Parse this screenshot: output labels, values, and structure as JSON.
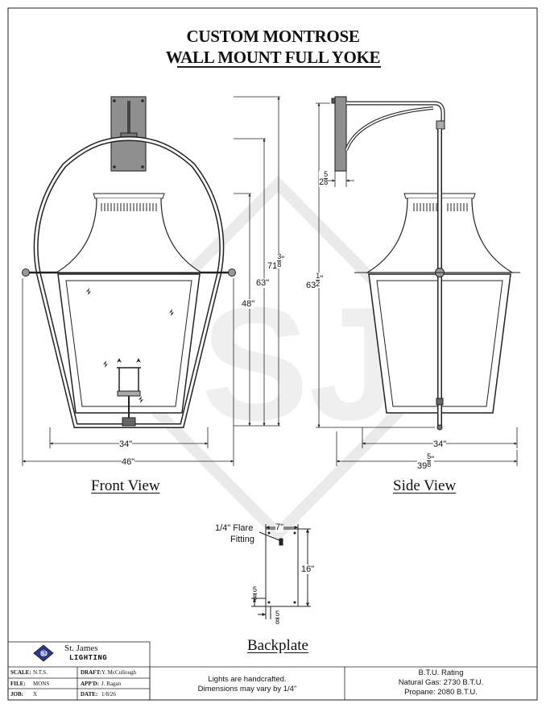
{
  "title": {
    "line1": "CUSTOM MONTROSE",
    "line2": "WALL MOUNT FULL YOKE"
  },
  "views": {
    "front": "Front View",
    "side": "Side View",
    "backplate": "Backplate"
  },
  "dimensions": {
    "front_width_inner": "34\"",
    "front_width_outer": "46\"",
    "height_48": "48\"",
    "height_63": "63\"",
    "height_71_whole": "71",
    "height_71_num": "3",
    "height_71_den": "8",
    "height_63_half_whole": "63",
    "height_63_half_num": "1",
    "height_63_half_den": "2",
    "arm_offset_whole": "2",
    "arm_offset_num": "5",
    "arm_offset_den": "8",
    "side_width_inner": "34\"",
    "side_depth_whole": "39",
    "side_depth_num": "5",
    "side_depth_den": "8",
    "backplate_width": "7\"",
    "backplate_height": "16\"",
    "backplate_hole_v_num": "5",
    "backplate_hole_v_den": "8",
    "backplate_hole_h_num": "5",
    "backplate_hole_h_den": "8",
    "flare_fitting_line1": "1/4\" Flare",
    "flare_fitting_line2": "Fitting"
  },
  "title_block": {
    "company_line1": "St. James",
    "company_line2": "LIGHTING",
    "scale_label": "SCALE:",
    "scale_value": "N.T.S.",
    "draft_label": "DRAFT:",
    "draft_value": "Y. McCullough",
    "file_label": "FILE:",
    "file_value": "MONS",
    "appd_label": "APP'D:",
    "appd_value": "J. Ragan",
    "job_label": "JOB:",
    "job_value": "X",
    "date_label": "DATE:",
    "date_value": "1/8/26",
    "note_line1": "Lights are handcrafted.",
    "note_line2": "Dimensions may vary by 1/4\"",
    "btu_title": "B.T.U. Rating",
    "btu_natural": "Natural Gas: 2730 B.T.U.",
    "btu_propane": "Propane: 2080 B.T.U."
  },
  "colors": {
    "line": "#222222",
    "plate_fill": "#8f8f8f",
    "watermark": "#dcdcdc",
    "logo": "#2e3a8c"
  },
  "icons": {
    "logo": "st-james-logo-icon",
    "flame": "flame-icon"
  }
}
